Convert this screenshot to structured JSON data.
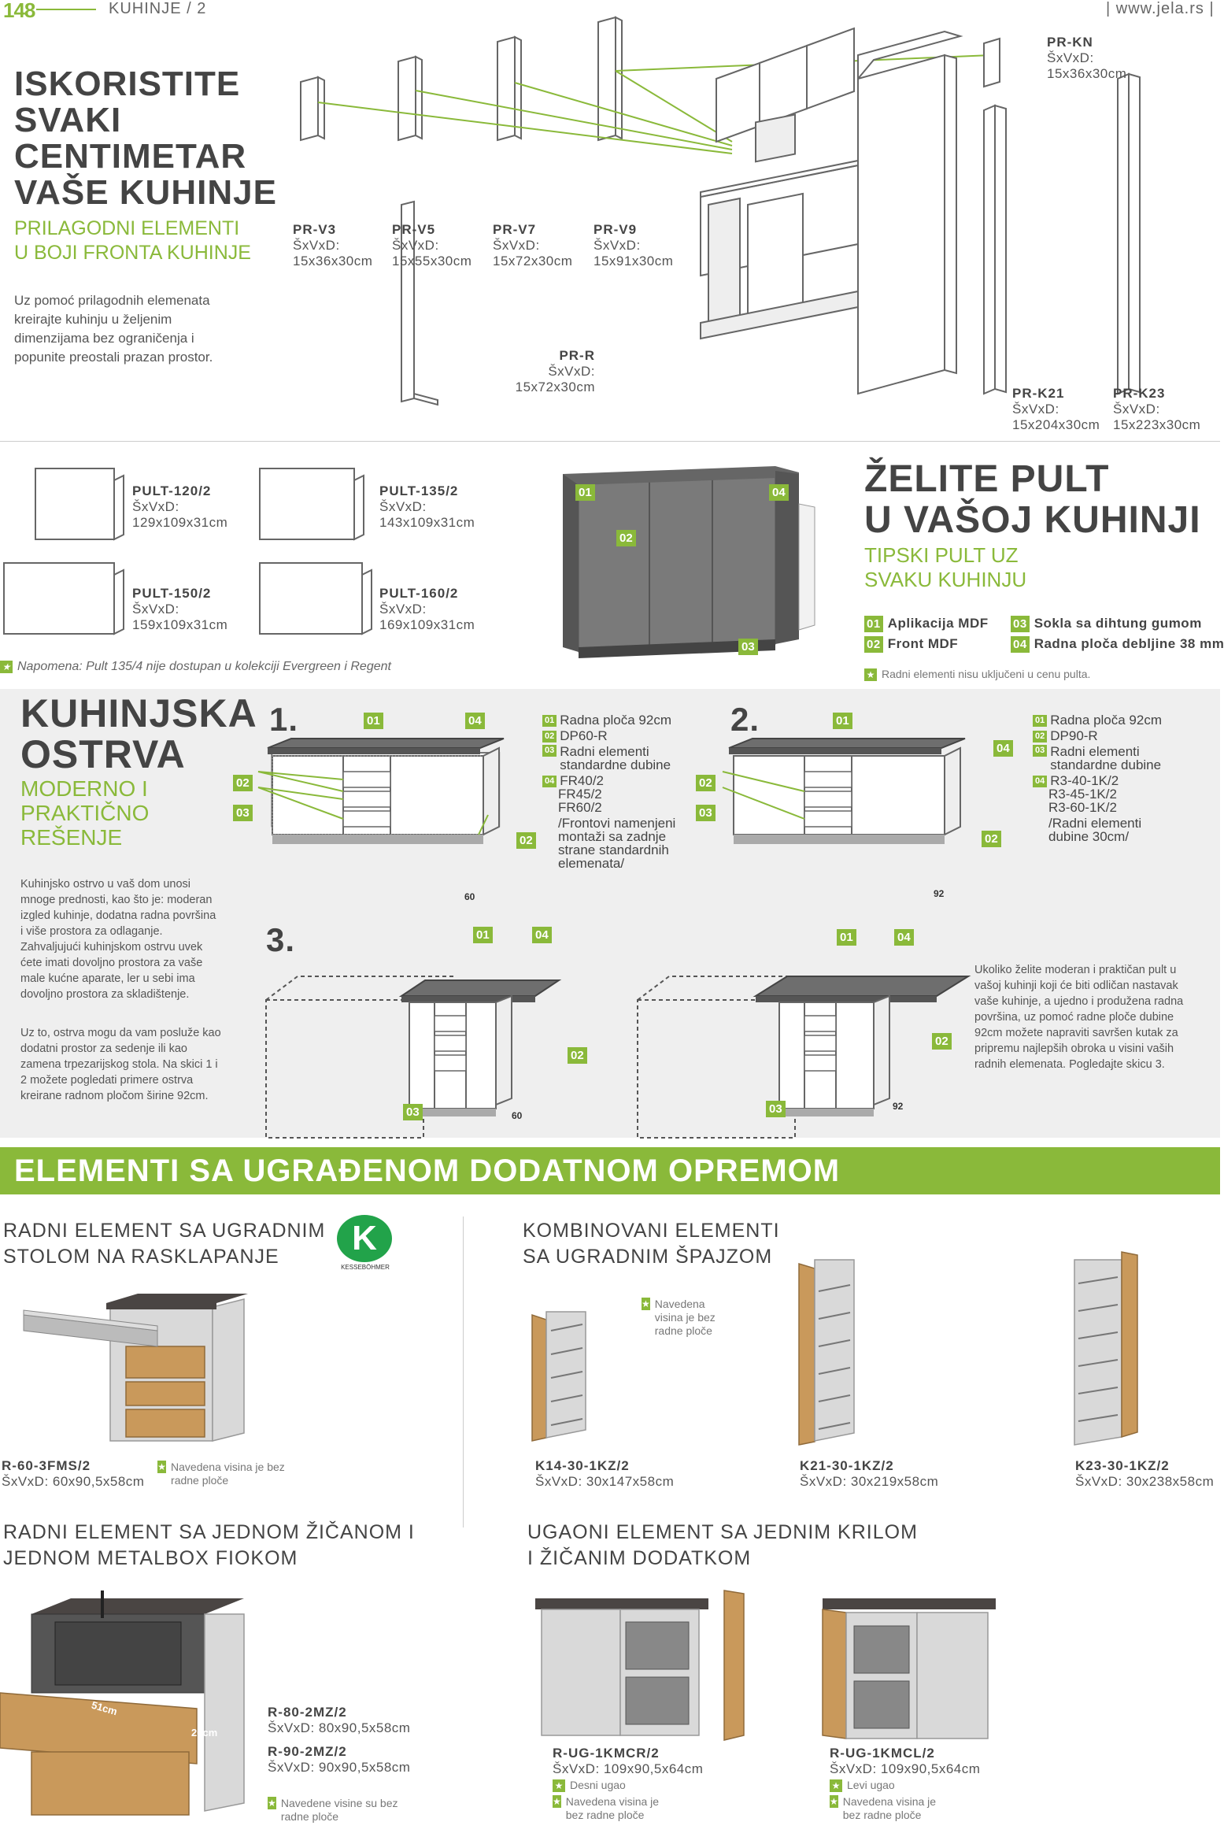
{
  "header": {
    "page_number": "148",
    "section": "KUHINJE / 2",
    "website": "| www.jela.rs |"
  },
  "intro": {
    "title_lines": [
      "ISKORISTITE",
      "SVAKI",
      "CENTIMETAR",
      "VAŠE KUHINJE"
    ],
    "subtitle_lines": [
      "PRILAGODNI ELEMENTI",
      "U BOJI FRONTA KUHINJE"
    ],
    "text": "Uz pomoć prilagodnih elemenata kreirajte kuhinju u željenim dimenzijama bez ograničenja i popunite preostali prazan prostor."
  },
  "panels": [
    {
      "code": "PR-V3",
      "label": "ŠxVxD:",
      "dim": "15x36x30cm"
    },
    {
      "code": "PR-V5",
      "label": "ŠxVxD:",
      "dim": "15x55x30cm"
    },
    {
      "code": "PR-V7",
      "label": "ŠxVxD:",
      "dim": "15x72x30cm"
    },
    {
      "code": "PR-V9",
      "label": "ŠxVxD:",
      "dim": "15x91x30cm"
    },
    {
      "code": "PR-R",
      "label": "ŠxVxD:",
      "dim": "15x72x30cm"
    },
    {
      "code": "PR-KN",
      "label": "ŠxVxD:",
      "dim": "15x36x30cm"
    },
    {
      "code": "PR-K21",
      "label": "ŠxVxD:",
      "dim": "15x204x30cm"
    },
    {
      "code": "PR-K23",
      "label": "ŠxVxD:",
      "dim": "15x223x30cm"
    }
  ],
  "pults": [
    {
      "code": "PULT-120/2",
      "label": "ŠxVxD:",
      "dim": "129x109x31cm"
    },
    {
      "code": "PULT-135/2",
      "label": "ŠxVxD:",
      "dim": "143x109x31cm"
    },
    {
      "code": "PULT-150/2",
      "label": "ŠxVxD:",
      "dim": "159x109x31cm"
    },
    {
      "code": "PULT-160/2",
      "label": "ŠxVxD:",
      "dim": "169x109x31cm"
    }
  ],
  "pult_note": "Napomena: Pult 135/4 nije dostupan u kolekciji Evergreen i Regent",
  "pult_section": {
    "title_lines": [
      "ŽELITE PULT",
      "U VAŠOJ KUHINJI"
    ],
    "subtitle_lines": [
      "TIPSKI PULT UZ",
      "SVAKU KUHINJU"
    ],
    "legend": [
      {
        "num": "01",
        "text": "Aplikacija MDF"
      },
      {
        "num": "03",
        "text": "Sokla sa dihtung gumom"
      },
      {
        "num": "02",
        "text": "Front MDF"
      },
      {
        "num": "04",
        "text": "Radna ploča debljine 38 mm"
      }
    ],
    "note": "Radni elementi nisu uključeni u cenu pulta.",
    "tags": [
      "01",
      "04",
      "02",
      "03"
    ]
  },
  "island": {
    "title_lines": [
      "KUHINJSKA",
      "OSTRVA"
    ],
    "subtitle_lines": [
      "MODERNO I",
      "PRAKTIČNO",
      "REŠENJE"
    ],
    "text1": "Kuhinjsko ostrvo u vaš dom unosi mnoge prednosti, kao što je: moderan izgled kuhinje, dodatna radna površina i više prostora za odlaganje. Zahvaljujući kuhinjskom ostrvu uvek ćete imati dovoljno prostora za vaše male kućne aparate, ler u sebi ima dovoljno prostora za skladištenje.",
    "text2": "Uz to, ostrva mogu da vam posluže kao dodatni prostor za sedenje ili kao zamena trpezarijskog stola. Na skici 1 i 2 možete pogledati primere ostrva kreirane radnom pločom širine 92cm.",
    "sketch1": {
      "number": "1.",
      "tags": [
        "01",
        "04",
        "02",
        "03",
        "02"
      ],
      "dim": "60",
      "legend": [
        {
          "num": "01",
          "text": "Radna ploča 92cm"
        },
        {
          "num": "02",
          "text": "DP60-R"
        },
        {
          "num": "03",
          "text": "Radni elementi standardne dubine"
        },
        {
          "num": "04",
          "text": "FR40/2"
        }
      ],
      "extra_lines": [
        "FR45/2",
        "FR60/2",
        "/Frontovi namenjeni montaži sa zadnje strane standardnih elemenata/"
      ]
    },
    "sketch2": {
      "number": "2.",
      "tags": [
        "01",
        "04",
        "02",
        "03",
        "02"
      ],
      "dim": "92",
      "legend": [
        {
          "num": "01",
          "text": "Radna ploča 92cm"
        },
        {
          "num": "02",
          "text": "DP90-R"
        },
        {
          "num": "03",
          "text": "Radni elementi standardne dubine"
        },
        {
          "num": "04",
          "text": "R3-40-1K/2"
        }
      ],
      "extra_lines": [
        "R3-45-1K/2",
        "R3-60-1K/2",
        "/Radni elementi dubine 30cm/"
      ]
    },
    "sketch3": {
      "number": "3.",
      "tags_left": [
        "01",
        "04",
        "02",
        "03"
      ],
      "dim_left": "60",
      "tags_right": [
        "01",
        "04",
        "02",
        "03"
      ],
      "dim_right": "92"
    },
    "text3": "Ukoliko želite moderan i praktičan pult u vašoj kuhinji koji će biti odličan nastavak vaše kuhinje, a ujedno i produžena radna površina, uz pomoć radne ploče dubine 92cm možete napraviti savršen kutak za pripremu najlepših obroka u visini vaših radnih elemenata. Pogledajte skicu 3."
  },
  "equipment": {
    "banner": "ELEMENTI SA UGRAĐENOM DODATNOM OPREMOM",
    "table_element": {
      "title_lines": [
        "RADNI ELEMENT SA UGRADNIM",
        "STOLOM NA RASKLAPANJE"
      ],
      "logo": "K",
      "logo_text": "KESSEBÖHMER",
      "code": "R-60-3FMS/2",
      "dim": "ŠxVxD: 60x90,5x58cm",
      "note": "Navedena visina je bez radne ploče"
    },
    "pantry": {
      "title_lines": [
        "KOMBINOVANI ELEMENTI",
        "SA UGRADNIM ŠPAJZOM"
      ],
      "note": "Navedena visina je bez radne ploče",
      "items": [
        {
          "code": "K14-30-1KZ/2",
          "dim": "ŠxVxD: 30x147x58cm"
        },
        {
          "code": "K21-30-1KZ/2",
          "dim": "ŠxVxD: 30x219x58cm"
        },
        {
          "code": "K23-30-1KZ/2",
          "dim": "ŠxVxD: 30x238x58cm"
        }
      ]
    },
    "drawer_element": {
      "title_lines": [
        "RADNI ELEMENT SA JEDNOM ŽIČANOM I",
        "JEDNOM METALBOX FIOKOM"
      ],
      "dim_width": "51cm",
      "dim_height": "20cm",
      "items": [
        {
          "code": "R-80-2MZ/2",
          "dim": "ŠxVxD: 80x90,5x58cm"
        },
        {
          "code": "R-90-2MZ/2",
          "dim": "ŠxVxD: 90x90,5x58cm"
        }
      ],
      "note": "Navedene visine su bez radne ploče"
    },
    "corner_element": {
      "title_lines": [
        "UGAONI ELEMENT SA JEDNIM KRILOM",
        "I ŽIČANIM DODATKOM"
      ],
      "items": [
        {
          "code": "R-UG-1KMCR/2",
          "dim": "ŠxVxD: 109x90,5x64cm",
          "side": "Desni ugao",
          "note": "Navedena visina je bez radne ploče"
        },
        {
          "code": "R-UG-1KMCL/2",
          "dim": "ŠxVxD: 109x90,5x64cm",
          "side": "Levi ugao",
          "note": "Navedena visina je bez radne ploče"
        }
      ]
    }
  },
  "colors": {
    "accent": "#8ab93a",
    "text": "#444444",
    "grey_band": "#efefef"
  }
}
